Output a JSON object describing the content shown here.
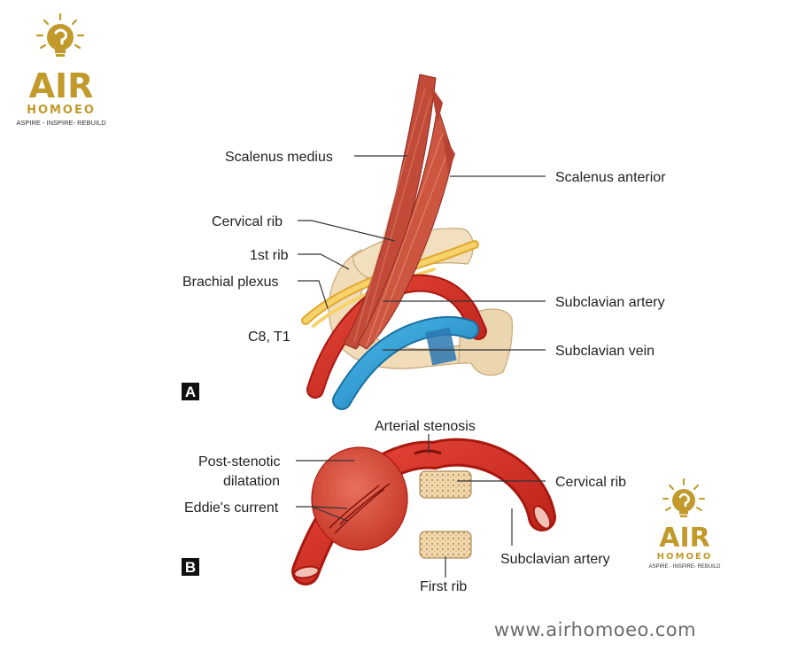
{
  "logo": {
    "text": "AIR",
    "subtitle": "HOMOEO",
    "tagline": "ASPIRE - INSPIRE- REBUILD",
    "color": "#c19a2b"
  },
  "panel_a": {
    "letter": "A",
    "labels": {
      "scalenus_medius": "Scalenus medius",
      "scalenus_anterior": "Scalenus anterior",
      "cervical_rib": "Cervical rib",
      "first_rib": "1st rib",
      "brachial_plexus": "Brachial plexus",
      "subclavian_artery": "Subclavian artery",
      "c8_t1": "C8, T1",
      "subclavian_vein": "Subclavian vein"
    }
  },
  "panel_b": {
    "letter": "B",
    "labels": {
      "arterial_stenosis": "Arterial stenosis",
      "post_stenotic_line1": "Post-stenotic",
      "post_stenotic_line2": "dilatation",
      "cervical_rib": "Cervical rib",
      "eddies_current": "Eddie's current",
      "subclavian_artery": "Subclavian artery",
      "first_rib": "First rib"
    }
  },
  "website": "www.airhomoeo.com",
  "colors": {
    "artery": "#d42a20",
    "vein": "#2a9fd6",
    "muscle": "#c8503c",
    "nerve": "#f2c24a",
    "bone": "#f0dcb8"
  }
}
